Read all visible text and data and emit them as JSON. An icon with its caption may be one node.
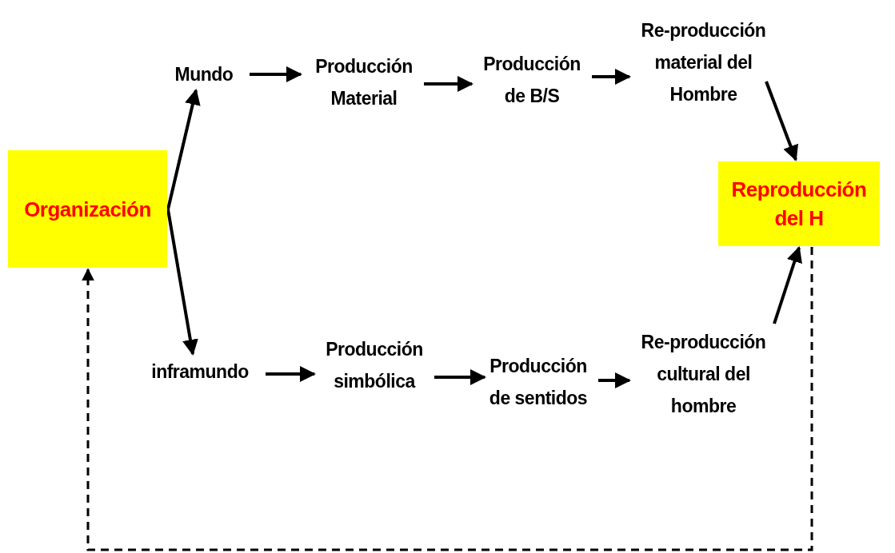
{
  "diagram": {
    "nodes": [
      {
        "text": [
          "Organización"
        ]
      },
      {
        "text": [
          "Mundo"
        ]
      },
      {
        "text": [
          "Producción Material"
        ]
      },
      {
        "text": [
          "Producción de B/S"
        ]
      },
      {
        "text": [
          "Re-producción material del Hombre"
        ]
      },
      {
        "text": [
          "Reproducción del H"
        ]
      },
      {
        "text": [
          "inframundo"
        ]
      },
      {
        "text": [
          "Producción simbólica"
        ]
      },
      {
        "text": [
          "Producción de sentidos"
        ]
      },
      {
        "text": [
          "Re-producción cultural del hombre"
        ]
      }
    ],
    "edges": [
      {
        "from": 0,
        "to": 1,
        "arrow": "to"
      },
      {
        "from": 0,
        "to": 6,
        "arrow": "to"
      },
      {
        "from": 1,
        "to": 2,
        "arrow": "to"
      },
      {
        "from": 2,
        "to": 3,
        "arrow": "to"
      },
      {
        "from": 3,
        "to": 4,
        "arrow": "to"
      },
      {
        "from": 4,
        "to": 5,
        "arrow": "to"
      },
      {
        "from": 6,
        "to": 7,
        "arrow": "to"
      },
      {
        "from": 7,
        "to": 8,
        "arrow": "to"
      },
      {
        "from": 8,
        "to": 9,
        "arrow": "to"
      },
      {
        "from": 9,
        "to": 5,
        "arrow": "to"
      },
      {
        "from": 5,
        "to": 0,
        "arrow": "to",
        "style": "dashed"
      }
    ]
  }
}
